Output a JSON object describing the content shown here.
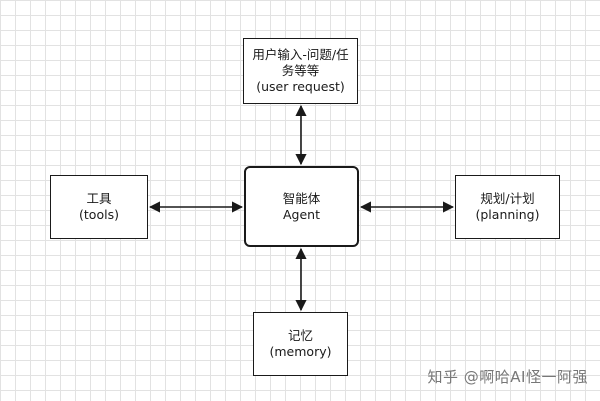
{
  "nodes": {
    "user_request": {
      "line1": "用户输入-问题/任",
      "line2": "务等等",
      "line3": "(user request)"
    },
    "agent": {
      "line1": "智能体",
      "line2": "Agent"
    },
    "tools": {
      "line1": "工具",
      "line2": "(tools)"
    },
    "planning": {
      "line1": "规划/计划",
      "line2": "(planning)"
    },
    "memory": {
      "line1": "记忆",
      "line2": "(memory)"
    }
  },
  "watermark": "知乎 @啊哈AI怪一阿强",
  "colors": {
    "stroke": "#1a1a1a",
    "grid": "#e2e2e2",
    "watermark": "#777777"
  }
}
